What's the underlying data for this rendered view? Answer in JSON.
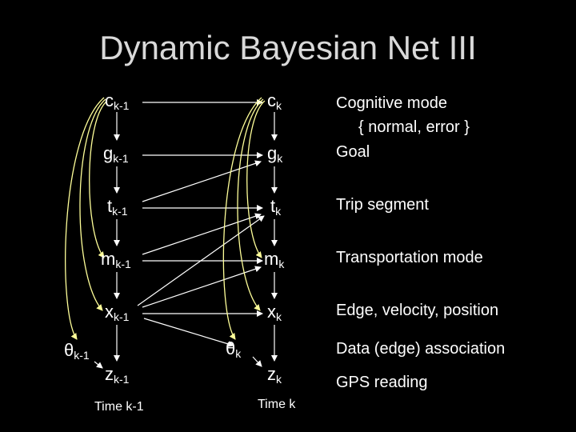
{
  "title": "Dynamic Bayesian Net III",
  "nodes": {
    "c_prev": {
      "base": "c",
      "sub": "k-1"
    },
    "c_cur": {
      "base": "c",
      "sub": "k"
    },
    "g_prev": {
      "base": "g",
      "sub": "k-1"
    },
    "g_cur": {
      "base": "g",
      "sub": "k"
    },
    "t_prev": {
      "base": "t",
      "sub": "k-1"
    },
    "t_cur": {
      "base": "t",
      "sub": "k"
    },
    "m_prev": {
      "base": "m",
      "sub": "k-1"
    },
    "m_cur": {
      "base": "m",
      "sub": "k"
    },
    "x_prev": {
      "base": "x",
      "sub": "k-1"
    },
    "x_cur": {
      "base": "x",
      "sub": "k"
    },
    "theta_prev": {
      "base": "θ",
      "sub": "k-1"
    },
    "theta_cur": {
      "base": "θ",
      "sub": "k"
    },
    "z_prev": {
      "base": "z",
      "sub": "k-1"
    },
    "z_cur": {
      "base": "z",
      "sub": "k"
    }
  },
  "legend": {
    "cognitive_mode": "Cognitive mode",
    "mode_values": "{ normal, error }",
    "goal": "Goal",
    "trip_segment": "Trip segment",
    "transportation_mode": "Transportation mode",
    "edge_velocity_position": "Edge, velocity, position",
    "data_association": "Data (edge) association",
    "gps_reading": "GPS reading"
  },
  "time_labels": {
    "prev": "Time k-1",
    "cur": "Time k"
  },
  "colors": {
    "background": "#000000",
    "title": "#d9d9d9",
    "text": "#ffffff",
    "arrow_white": "#ffffff",
    "arrow_yellow": "#ffff99"
  }
}
